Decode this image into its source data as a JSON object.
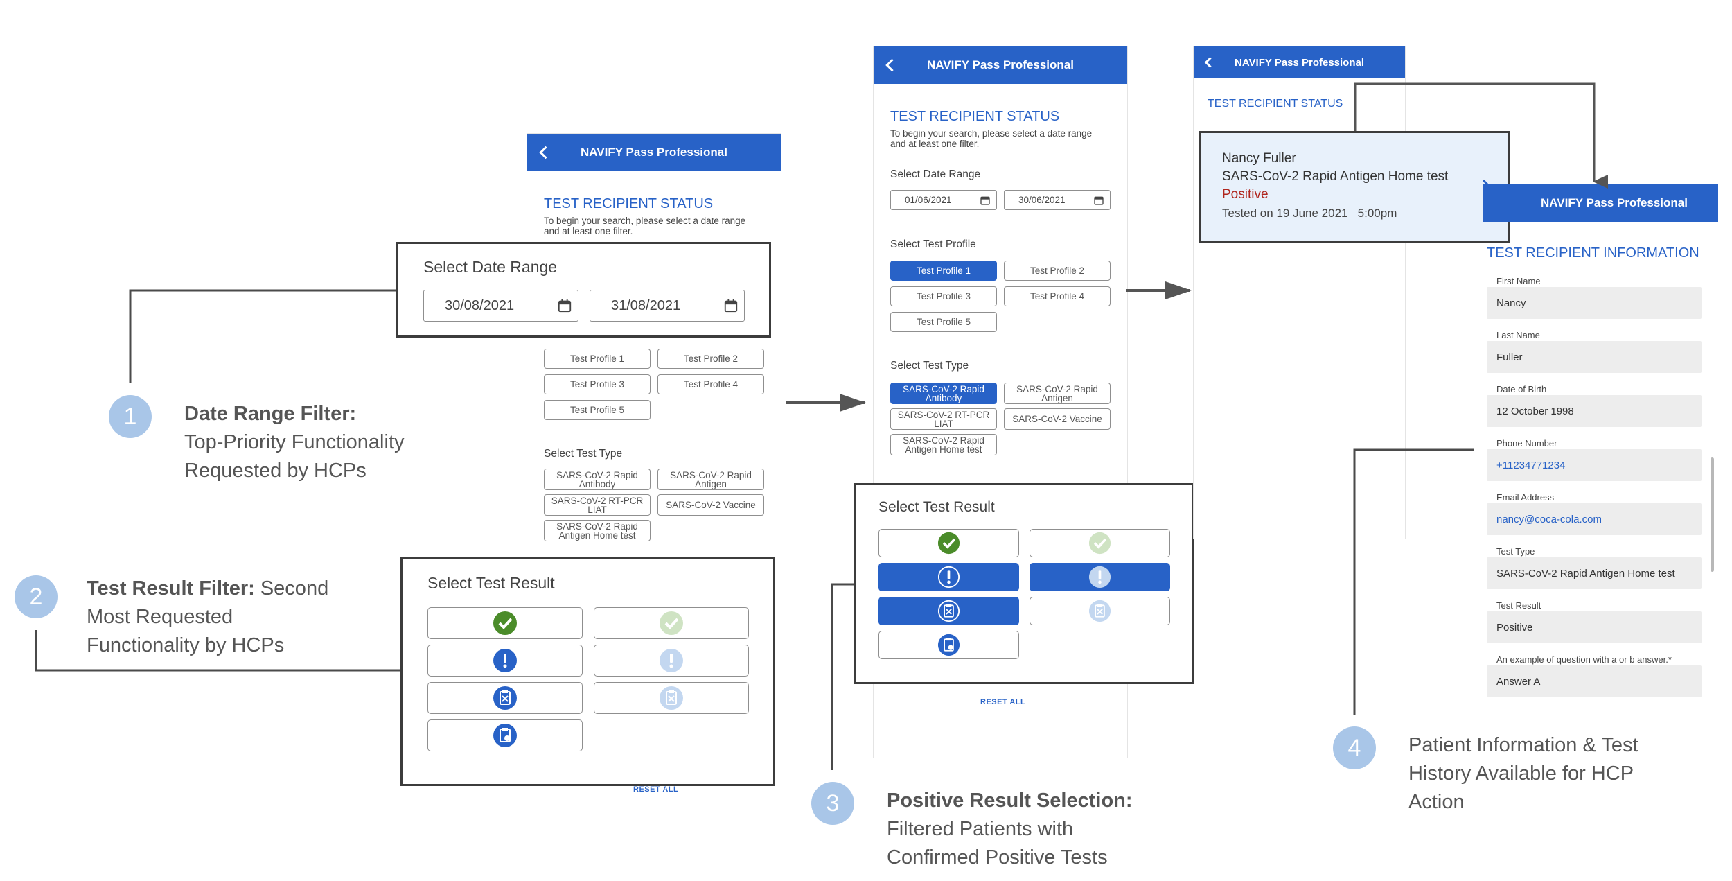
{
  "app": {
    "title": "NAVIFY Pass Professional"
  },
  "search": {
    "section_title": "TEST RECIPIENT STATUS",
    "hint_line1": "To begin your search, please select a date range",
    "hint_line2": "and at least one filter.",
    "date_range_label": "Select Date Range",
    "test_profile_label": "Select Test Profile",
    "test_type_label": "Select Test Type",
    "test_result_label": "Select Test Result",
    "reset_label": "RESET ALL",
    "profiles": [
      "Test Profile 1",
      "Test Profile 2",
      "Test Profile 3",
      "Test Profile 4",
      "Test Profile 5"
    ],
    "types": [
      [
        "SARS-CoV-2 Rapid",
        "Antibody"
      ],
      [
        "SARS-CoV-2 Rapid",
        "Antigen"
      ],
      [
        "SARS-CoV-2 RT-PCR",
        "LIAT"
      ],
      [
        "SARS-CoV-2 Vaccine"
      ],
      [
        "SARS-CoV-2 Rapid",
        "Antigen Home test"
      ]
    ]
  },
  "screen1": {
    "date_from": "30/08/2021",
    "date_to": "31/08/2021"
  },
  "screen2": {
    "date_from": "01/06/2021",
    "date_to": "30/06/2021"
  },
  "result_card": {
    "name": "Nancy Fuller",
    "test": "SARS-CoV-2 Rapid Antigen Home test",
    "result": "Positive",
    "tested_on": "Tested on 19 June 2021",
    "time": "5:00pm"
  },
  "info": {
    "section_title": "TEST RECIPIENT INFORMATION",
    "fields": [
      {
        "label": "First Name",
        "value": "Nancy"
      },
      {
        "label": "Last Name",
        "value": "Fuller"
      },
      {
        "label": "Date of Birth",
        "value": "12 October 1998"
      },
      {
        "label": "Phone Number",
        "value": "+11234771234"
      },
      {
        "label": "Email Address",
        "value": "nancy@coca-cola.com"
      },
      {
        "label": "Test Type",
        "value": "SARS-CoV-2 Rapid Antigen Home test"
      },
      {
        "label": "Test Result",
        "value": "Positive"
      },
      {
        "label": "An example of question with a or b answer.*",
        "value": "Answer A"
      }
    ]
  },
  "annotations": [
    {
      "num": "1",
      "bold": "Date Range Filter:",
      "rest_line1": "",
      "rest": [
        "Top-Priority Functionality",
        "Requested by HCPs"
      ]
    },
    {
      "num": "2",
      "bold": "Test Result Filter:",
      "rest_line1": " Second",
      "rest": [
        "Most Requested",
        "Functionality by HCPs"
      ]
    },
    {
      "num": "3",
      "bold": "Positive Result Selection:",
      "rest_line1": "",
      "rest": [
        "Filtered Patients with",
        "Confirmed Positive Tests"
      ]
    },
    {
      "num": "4",
      "bold": "",
      "rest_line1": "Patient Information & Test",
      "rest": [
        "History Available for HCP",
        "Action"
      ]
    }
  ],
  "colors": {
    "primary": "#2862c7",
    "positive_text": "#b0261e",
    "green": "#4b8c2a",
    "green_light": "#cfe3c3",
    "blue_light": "#c3d7f0",
    "badge": "#a9c6e8"
  },
  "icons": [
    "check-circle-icon",
    "exclamation-circle-icon",
    "clipboard-x-icon",
    "clipboard-clock-icon",
    "calendar-icon",
    "chevron-right-icon",
    "back-arrow-icon"
  ]
}
